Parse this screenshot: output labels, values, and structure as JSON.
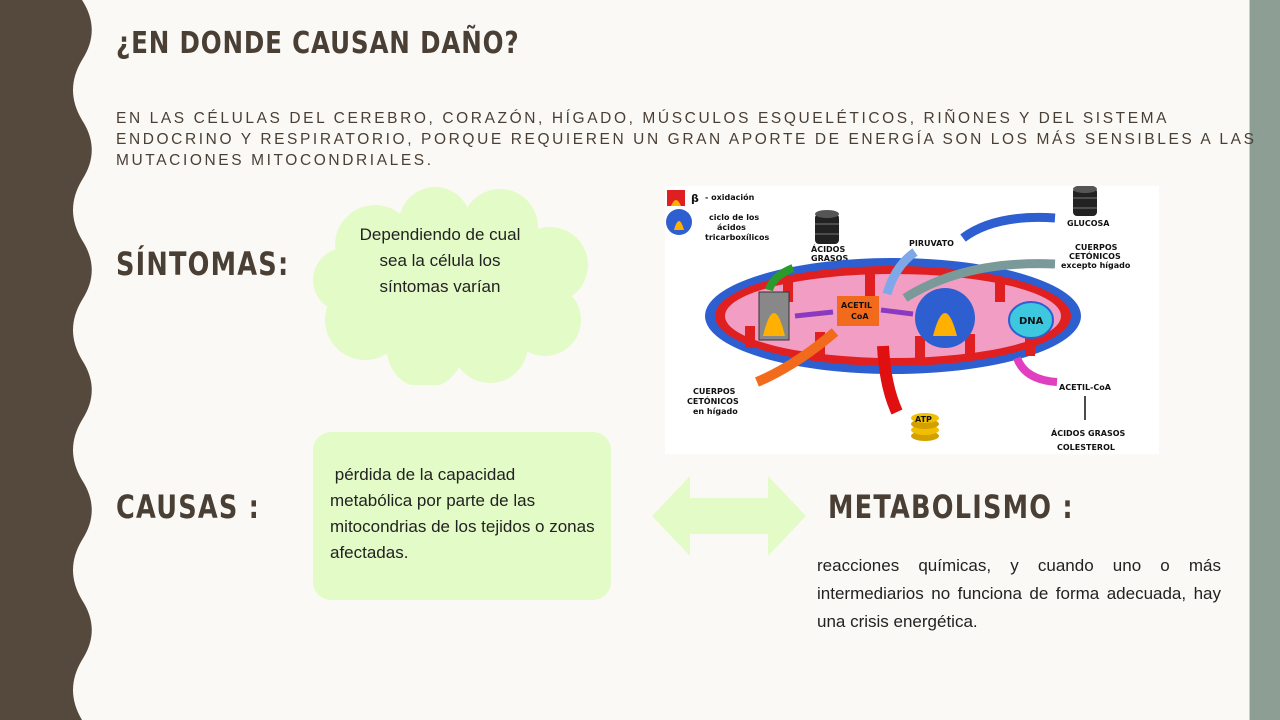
{
  "title": "¿EN DONDE CAUSAN DAÑO?",
  "intro": "EN LAS CÉLULAS DEL CEREBRO, CORAZÓN, HÍGADO, MÚSCULOS ESQUELÉTICOS, RIÑONES Y DEL SISTEMA ENDOCRINO Y RESPIRATORIO,  PORQUE  REQUIEREN UN GRAN APORTE DE ENERGÍA SON LOS MÁS SENSIBLES A LAS MUTACIONES MITOCONDRIALES.",
  "symptoms": {
    "heading": "SÍNTOMAS:",
    "cloud_text": "Dependiendo de cual sea la célula los síntomas varían"
  },
  "causes": {
    "heading": "CAUSAS :",
    "box_text": " pérdida de la capacidad metabólica por parte de las mitocondrias de los tejidos o zonas afectadas."
  },
  "metabolism": {
    "heading": "METABOLISMO :",
    "text": "reacciones químicas, y cuando uno o más intermediarios no funciona de forma adecuada, hay una crisis energética."
  },
  "diagram": {
    "legend_beta": "- oxidación",
    "legend_cycle_1": "ciclo de los",
    "legend_cycle_2": "ácidos",
    "legend_cycle_3": "tricarboxílicos",
    "acidos_grasos_1": "ÁCIDOS",
    "acidos_grasos_2": "GRASOS",
    "glucosa": "GLUCOSA",
    "piruvato": "PIRUVATO",
    "cuerpos_cet_1": "CUERPOS",
    "cuerpos_cet_2": "CETÓNICOS",
    "cuerpos_cet_3": "excepto hígado",
    "acetil_1": "ACETIL",
    "acetil_2": "CoA",
    "dna": "DNA",
    "cuerpos_higado_1": "CUERPOS",
    "cuerpos_higado_2": "CETÓNICOS",
    "cuerpos_higado_3": "en hígado",
    "atp": "ATP",
    "acetil_coa": "ACETIL-CoA",
    "acidos_grasos_out": "ÁCIDOS GRASOS",
    "colesterol": "COLESTEROL",
    "colors": {
      "membrane": "#2e5fd0",
      "matrix": "#f29ec4",
      "cristae": "#e02020",
      "acetil_box": "#f26a1b",
      "dna": "#3ec8e0"
    }
  },
  "colors": {
    "text_dark": "#4a3f35",
    "side_band": "#54493c",
    "green_box": "#e3fbc7",
    "right_strip": "#8d9e94"
  }
}
